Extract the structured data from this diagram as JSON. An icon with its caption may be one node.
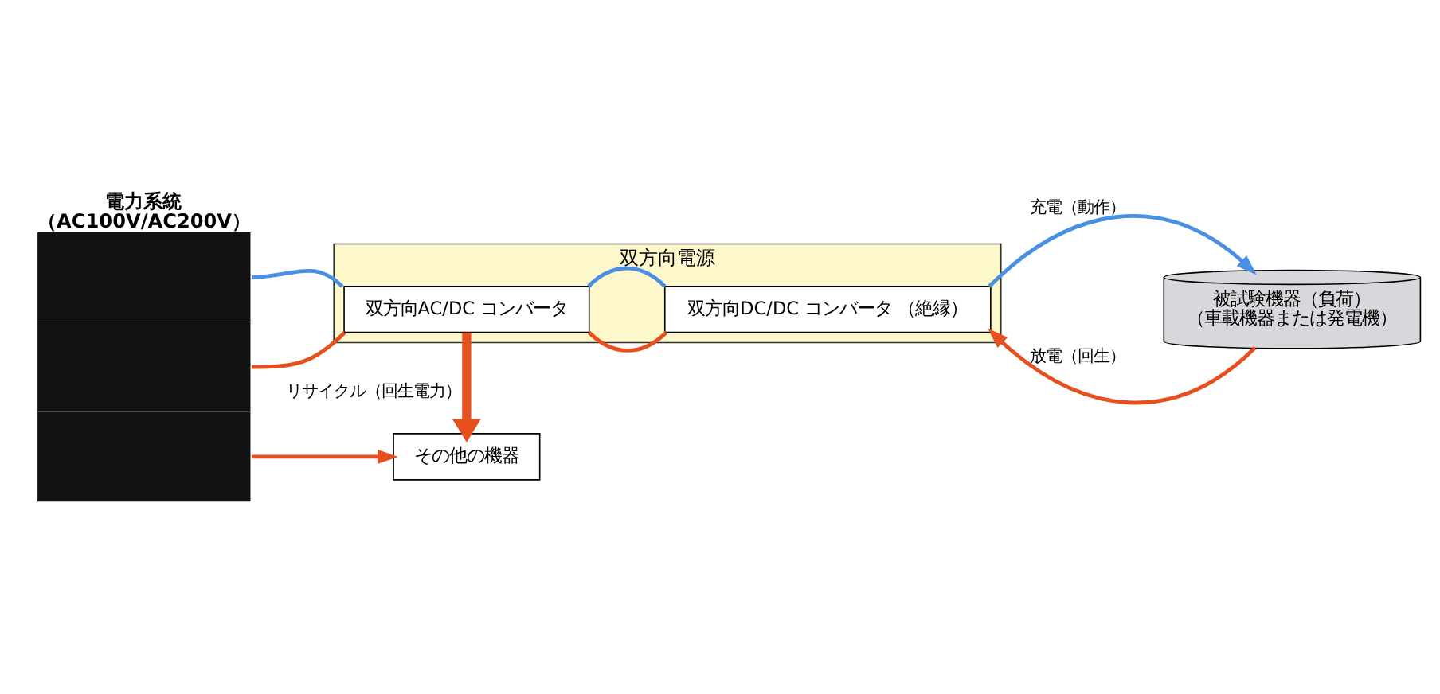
{
  "diagram": {
    "nodes": [
      {
        "text": [
          "電力系統",
          "（AC100V/AC200V）"
        ]
      },
      {
        "text": [
          "双方向電源"
        ]
      },
      {
        "text": [
          "双方向AC/DC コンバータ"
        ],
        "in": 1
      },
      {
        "text": [
          "双方向DC/DC コンバータ （絶縁）"
        ],
        "in": 1
      },
      {
        "text": [
          "その他の機器"
        ]
      },
      {
        "text": [
          "被試験機器（負荷）",
          "（車載機器または発電機）"
        ]
      }
    ],
    "edges": [
      {
        "from": 0,
        "to": 2,
        "arrow": "none",
        "color": "#4a90e2"
      },
      {
        "from": 2,
        "to": 3,
        "arrow": "none",
        "color": "#4a90e2"
      },
      {
        "from": 3,
        "to": 5,
        "arrow": "to",
        "label": "充電（動作）",
        "color": "#4a90e2"
      },
      {
        "from": 5,
        "to": 3,
        "arrow": "to",
        "label": "放電（回生）",
        "color": "#e5501e"
      },
      {
        "from": 3,
        "to": 2,
        "arrow": "none",
        "color": "#e5501e"
      },
      {
        "from": 2,
        "to": 0,
        "arrow": "none",
        "color": "#e5501e"
      },
      {
        "from": 2,
        "to": 4,
        "arrow": "to",
        "label": "リサイクル（回生電力）",
        "style": "thick",
        "color": "#e5501e"
      },
      {
        "from": 0,
        "to": 4,
        "arrow": "to",
        "color": "#e5501e"
      }
    ]
  }
}
